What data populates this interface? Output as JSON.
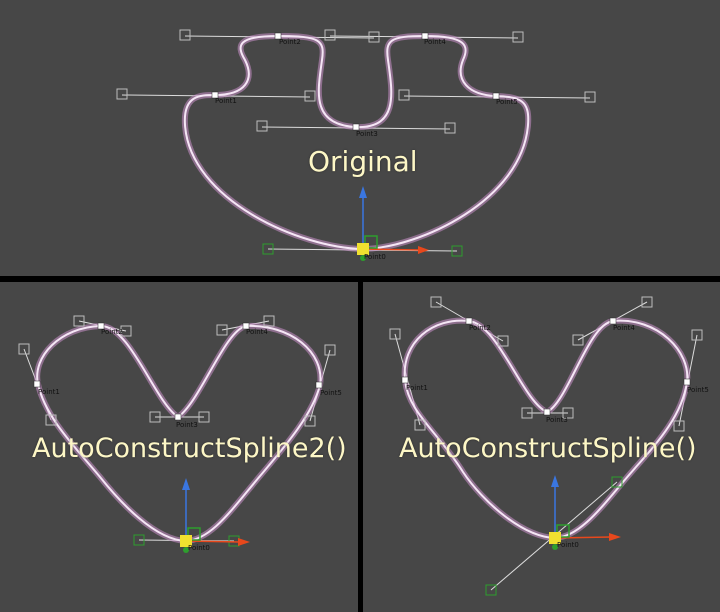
{
  "panels": {
    "top": {
      "title": "Original"
    },
    "left": {
      "title": "AutoConstructSpline2()"
    },
    "right": {
      "title": "AutoConstructSpline()"
    }
  },
  "points": {
    "p0": "Point0",
    "p1": "Point1",
    "p2": "Point2",
    "p3": "Point3",
    "p4": "Point4",
    "p5": "Point5"
  },
  "colors": {
    "background": "#474747",
    "separator": "#000000",
    "title": "#fdf7c6",
    "spline": "#e8c8ec",
    "axis_x": "#e8481c",
    "axis_y": "#3a76e0",
    "axis_z": "#2e9e2e",
    "selected": "#f0e030"
  }
}
